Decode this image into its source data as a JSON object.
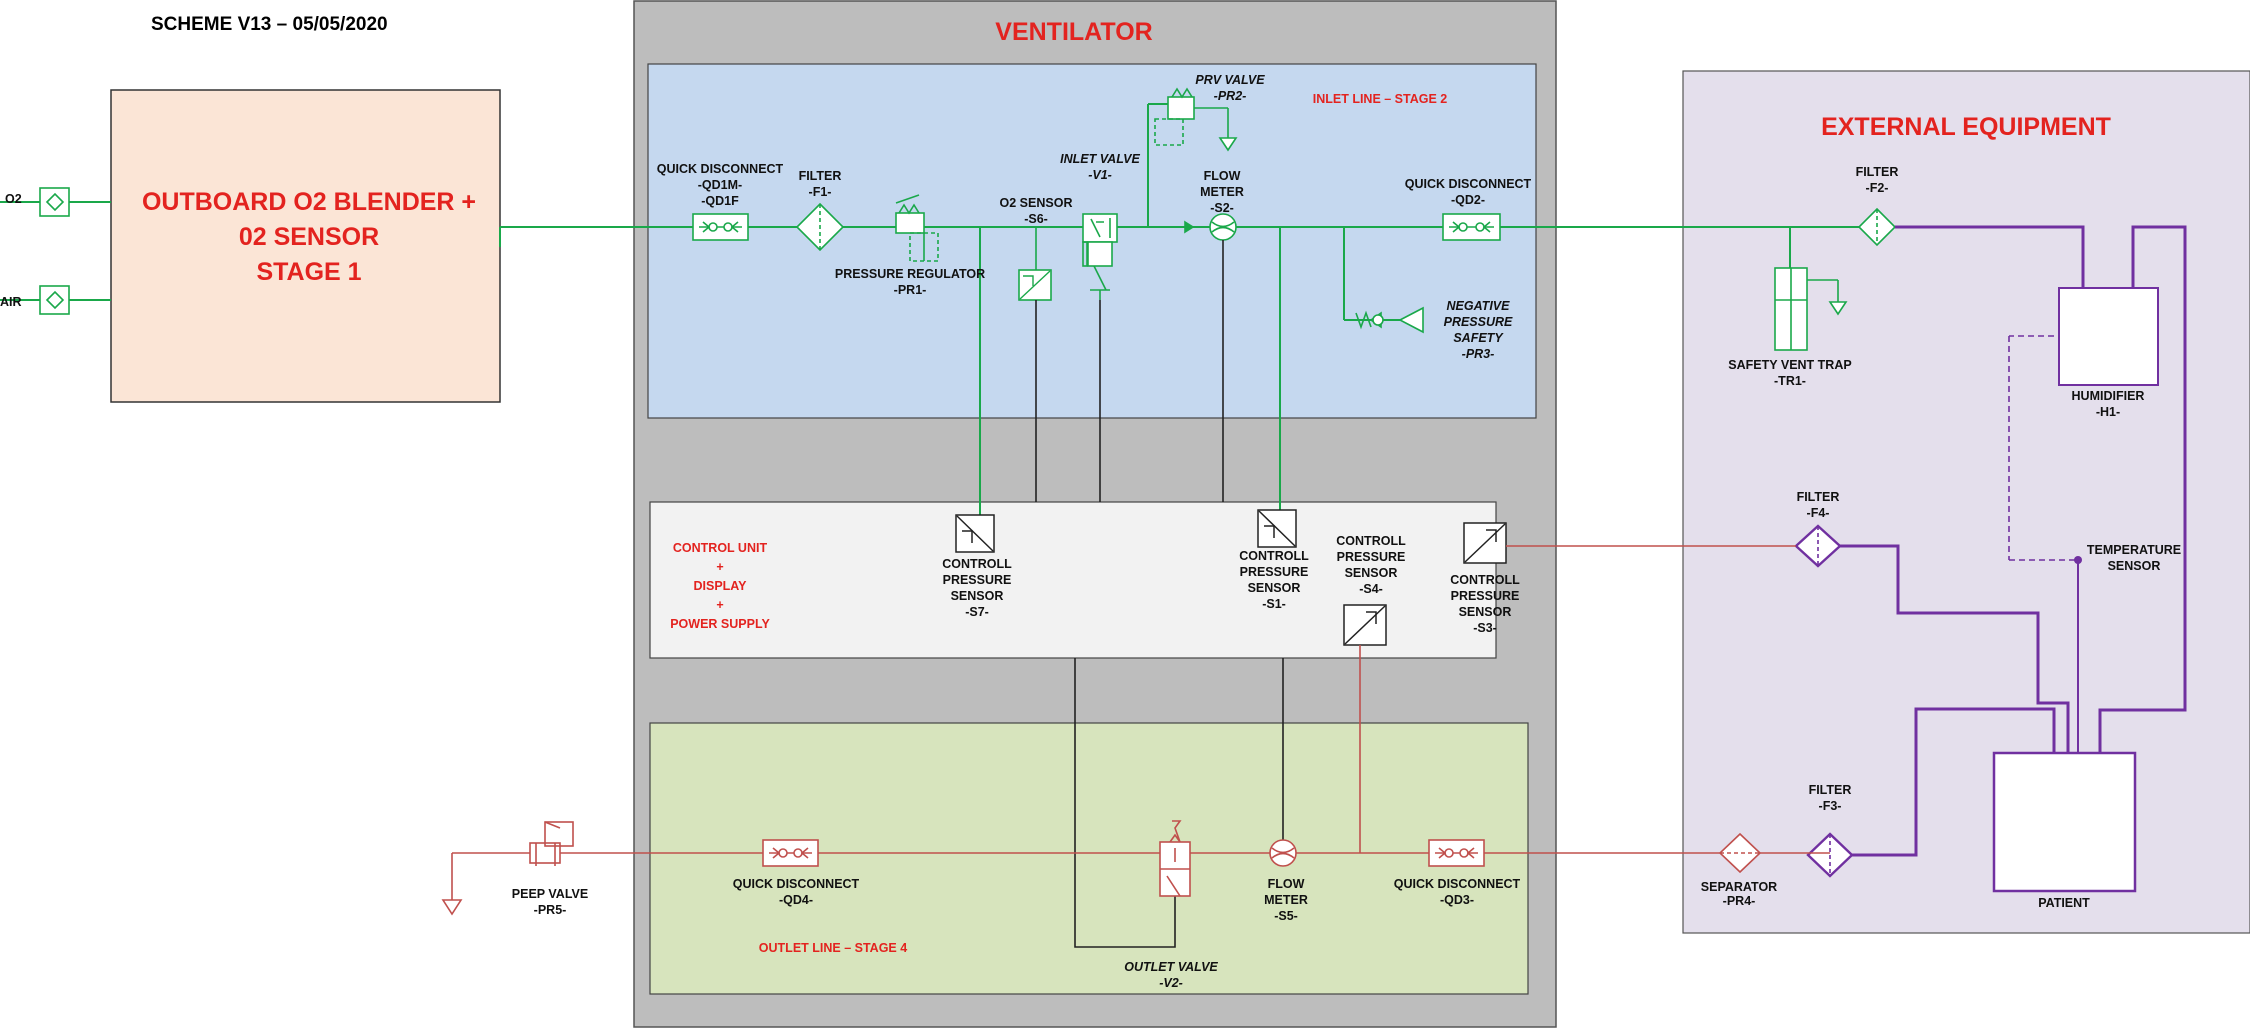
{
  "title": "SCHEME V13 – 05/05/2020",
  "colors": {
    "ventilator_bg": "#bdbdbd",
    "inlet_bg": "#c5d8ef",
    "control_bg": "#f2f2f2",
    "outlet_bg": "#d7e4bd",
    "external_bg": "#e4dfec",
    "blender_bg": "#fbe5d6",
    "green_line": "#1aa84a",
    "red_line": "#c0504d",
    "purple_line": "#7030a0",
    "heading_red": "#e3231f"
  },
  "blender": {
    "line1": "OUTBOARD O2 BLENDER +",
    "line2": "02 SENSOR",
    "line3": "STAGE 1",
    "input_o2": "O2",
    "input_air": "AIR"
  },
  "ventilator": {
    "title": "VENTILATOR"
  },
  "inlet": {
    "stage_label": "INLET LINE – STAGE 2",
    "qd1": [
      "QUICK DISCONNECT",
      "-QD1M-",
      "-QD1F"
    ],
    "f1": [
      "FILTER",
      "-F1-"
    ],
    "pr1": [
      "PRESSURE REGULATOR",
      "-PR1-"
    ],
    "s6": [
      "O2 SENSOR",
      "-S6-"
    ],
    "v1": [
      "INLET VALVE",
      "-V1-"
    ],
    "pr2": [
      "PRV VALVE",
      "-PR2-"
    ],
    "s2": [
      "FLOW",
      "METER",
      "-S2-"
    ],
    "qd2": [
      "QUICK DISCONNECT",
      "-QD2-"
    ],
    "pr3": [
      "NEGATIVE",
      "PRESSURE",
      "SAFETY",
      "-PR3-"
    ]
  },
  "control": {
    "unit": [
      "CONTROL UNIT",
      "+",
      "DISPLAY",
      "+",
      "POWER SUPPLY"
    ],
    "s7": [
      "CONTROLL",
      "PRESSURE",
      "SENSOR",
      "-S7-"
    ],
    "s1": [
      "CONTROLL",
      "PRESSURE",
      "SENSOR",
      "-S1-"
    ],
    "s4": [
      "CONTROLL",
      "PRESSURE",
      "SENSOR",
      "-S4-"
    ],
    "s3": [
      "CONTROLL",
      "PRESSURE",
      "SENSOR",
      "-S3-"
    ]
  },
  "outlet": {
    "stage_label": "OUTLET LINE – STAGE 4",
    "qd4": [
      "QUICK DISCONNECT",
      "-QD4-"
    ],
    "v2": [
      "OUTLET VALVE",
      "-V2-"
    ],
    "s5": [
      "FLOW",
      "METER",
      "-S5-"
    ],
    "qd3": [
      "QUICK DISCONNECT",
      "-QD3-"
    ],
    "pr5": [
      "PEEP VALVE",
      "-PR5-"
    ]
  },
  "external": {
    "title": "EXTERNAL EQUIPMENT",
    "f2": [
      "FILTER",
      "-F2-"
    ],
    "tr1": [
      "SAFETY VENT TRAP",
      "-TR1-"
    ],
    "h1": [
      "HUMIDIFIER",
      "-H1-"
    ],
    "f4": [
      "FILTER",
      "-F4-"
    ],
    "temp": [
      "TEMPERATURE",
      "SENSOR"
    ],
    "f3": [
      "FILTER",
      "-F3-"
    ],
    "pr4": [
      "SEPARATOR",
      "-PR4-"
    ],
    "patient": "PATIENT"
  }
}
